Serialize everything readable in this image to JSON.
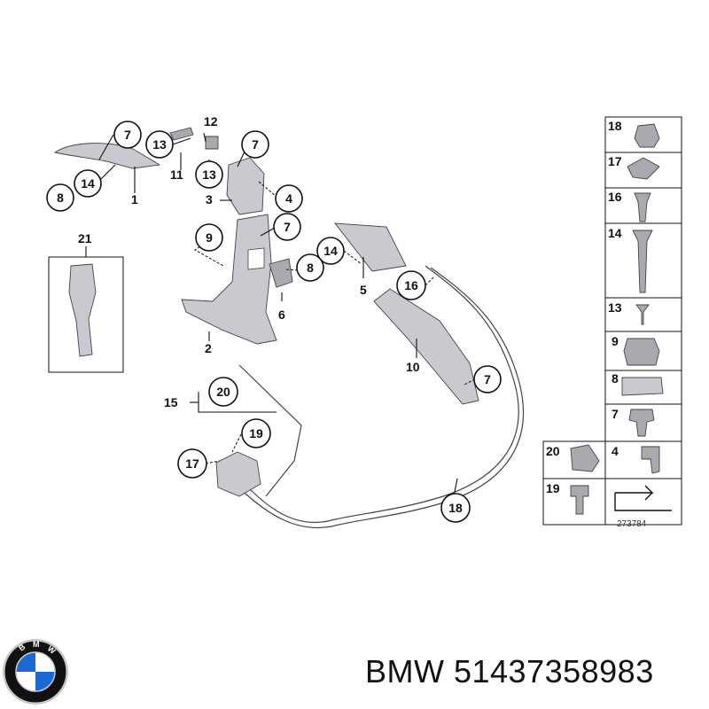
{
  "brand": {
    "text": "BMW 51437358983",
    "logo_letters": "BMW",
    "logo_colors": {
      "ring": "#111111",
      "blue": "#1c69d4",
      "white": "#ffffff",
      "silver": "#c8c8c8"
    }
  },
  "diagram": {
    "figure_number": "273784",
    "callouts": [
      "7",
      "13",
      "12",
      "7",
      "8",
      "14",
      "11",
      "13",
      "1",
      "3",
      "4",
      "9",
      "7",
      "14",
      "8",
      "21",
      "6",
      "5",
      "16",
      "2",
      "10",
      "7",
      "20",
      "15",
      "19",
      "17",
      "18"
    ],
    "parts_table": [
      "18",
      "17",
      "16",
      "14",
      "13",
      "9",
      "8",
      "7",
      "20",
      "4",
      "19"
    ]
  }
}
